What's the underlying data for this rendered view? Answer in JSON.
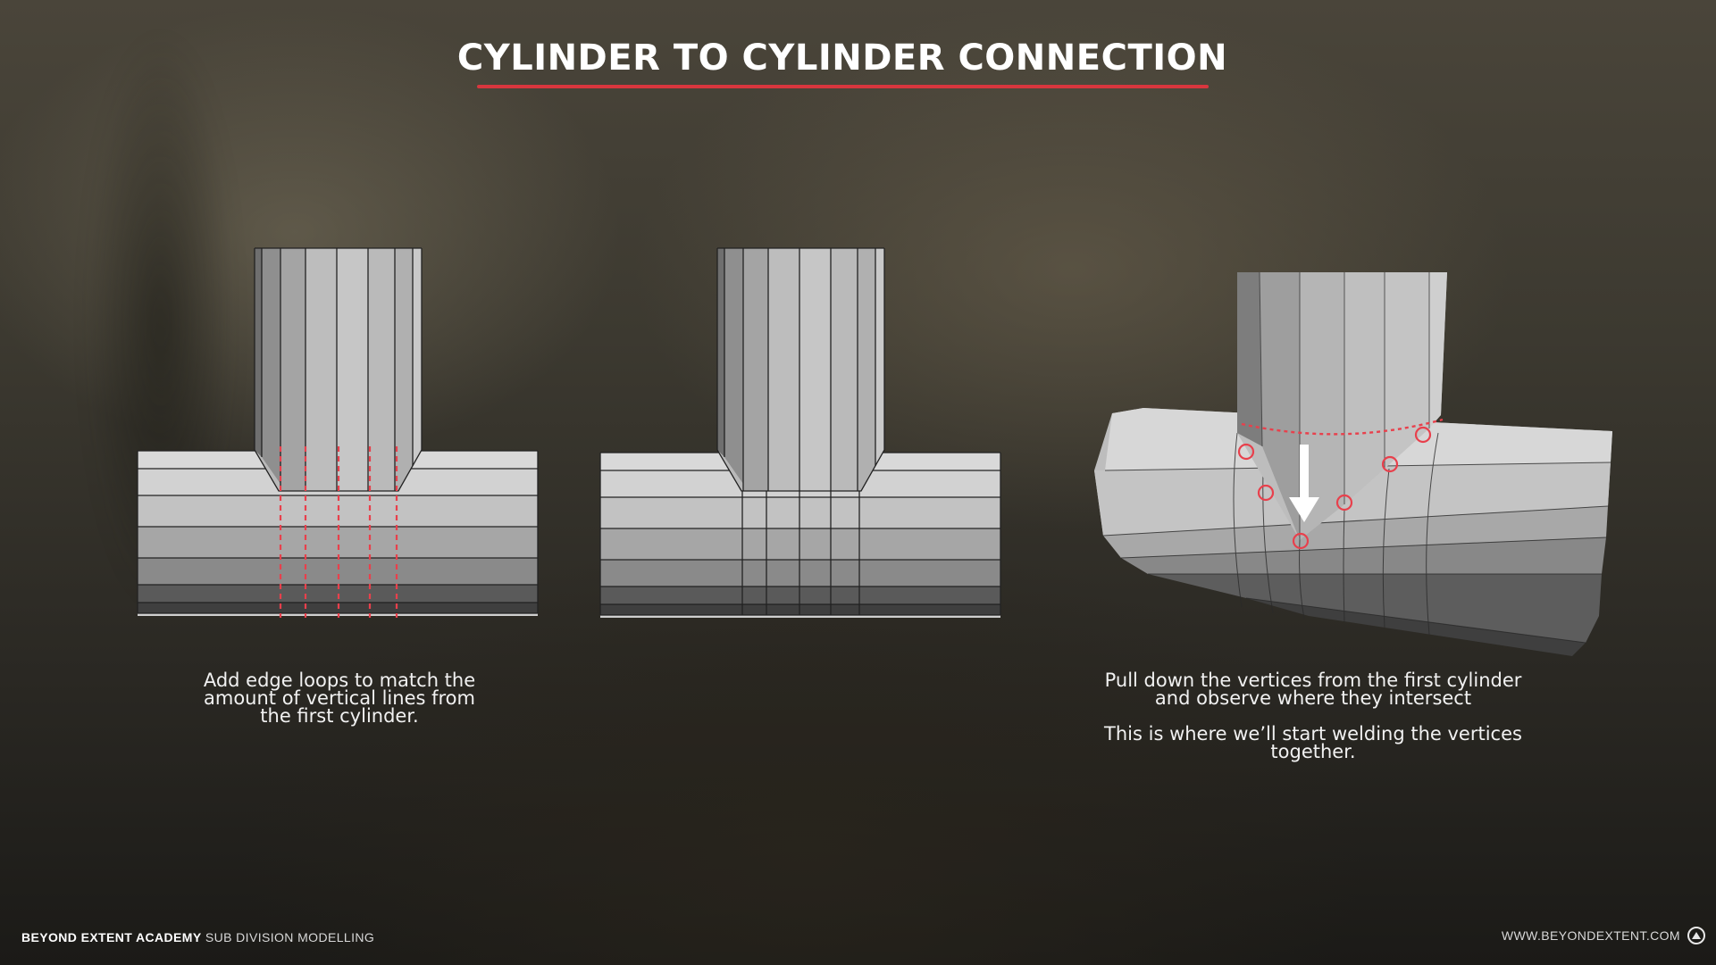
{
  "title": "CYLINDER TO CYLINDER CONNECTION",
  "captions": {
    "left": [
      "Add edge loops to match the",
      "amount of vertical lines from",
      "the first cylinder."
    ],
    "right_a": [
      "Pull down the vertices from the first cylinder",
      "and observe where they intersect"
    ],
    "right_b": [
      "This is where we’ll start welding the vertices",
      "together."
    ]
  },
  "footer": {
    "brand": "BEYOND EXTENT ACADEMY",
    "course": "SUB DIVISION MODELLING",
    "website": "WWW.BEYONDEXTENT.COM"
  },
  "colors": {
    "accent_red": "#d8363e",
    "marker_red": "#e8404c"
  },
  "icons": {
    "footer_logo": "triangle-circle-logo-icon",
    "arrow": "down-arrow-icon"
  }
}
